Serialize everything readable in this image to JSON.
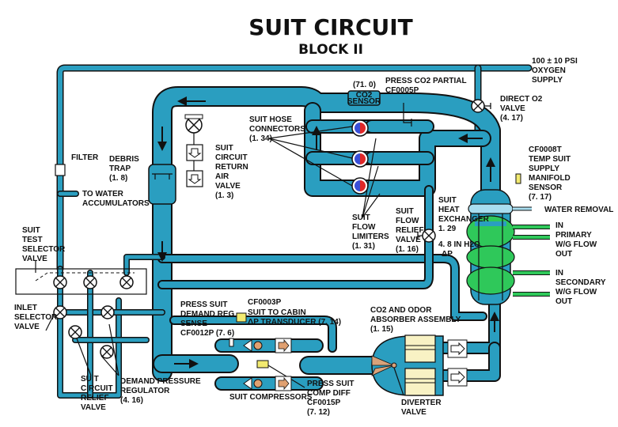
{
  "title": "SUIT CIRCUIT",
  "subtitle": "BLOCK II",
  "colors": {
    "pipe": "#2a9ec0",
    "heat_exchanger": "#2fc85a",
    "water_removal": "#a9def0",
    "absorber": "#f8f2c4",
    "sensor": "#f2ea70",
    "compressor_glyph": "#e0a070",
    "connector_blue": "#3a4fd8",
    "connector_red": "#e02828",
    "outline": "#111111"
  },
  "labels": {
    "oxygen_supply": [
      "100 ± 10 PSI",
      "OXYGEN",
      "SUPPLY"
    ],
    "co2_sensor_value": "(71. 0)",
    "co2_sensor": [
      "CO2",
      "SENSOR"
    ],
    "press_co2": [
      "PRESS CO2 PARTIAL",
      "CF0005P"
    ],
    "direct_o2": [
      "DIRECT O2",
      "VALVE",
      "(4. 17)"
    ],
    "suit_hose_connectors": [
      "SUIT HOSE",
      "CONNECTORS",
      "(1. 34)"
    ],
    "return_air_valve": [
      "SUIT",
      "CIRCUIT",
      "RETURN",
      "AIR",
      "VALVE",
      "(1. 3)"
    ],
    "filter": "FILTER",
    "debris_trap": [
      "DEBRIS",
      "TRAP",
      "(1. 8)"
    ],
    "water_accumulators": [
      "TO WATER",
      "ACCUMULATORS"
    ],
    "temp_sensor": [
      "CF0008T",
      "TEMP SUIT",
      "SUPPLY",
      "MANIFOLD",
      "SENSOR",
      "(7. 17)"
    ],
    "water_removal": "WATER REMOVAL",
    "primary_flow": [
      "IN",
      "PRIMARY",
      "W/G FLOW",
      "OUT"
    ],
    "secondary_flow": [
      "IN",
      "SECONDARY",
      "W/G FLOW",
      "OUT"
    ],
    "suit_flow_limiters": [
      "SUIT",
      "FLOW",
      "LIMITERS",
      "(1. 31)"
    ],
    "suit_flow_relief": [
      "SUIT",
      "FLOW",
      "RELIEF",
      "VALVE",
      "(1. 16)"
    ],
    "heat_exchanger": [
      "SUIT",
      "HEAT",
      "EXCHANGER",
      "1. 29"
    ],
    "delta_p": [
      "4. 8 IN H2O",
      "ΔP"
    ],
    "test_selector": [
      "SUIT",
      "TEST",
      "SELECTOR",
      "VALVE"
    ],
    "inlet_selector": [
      "INLET",
      "SELECTOR",
      "VALVE"
    ],
    "circuit_relief": [
      "SUIT",
      "CIRCUIT",
      "RELIEF",
      "VALVE"
    ],
    "demand_regulator": [
      "DEMAND PRESSURE",
      "REGULATOR",
      "(4. 16)"
    ],
    "demand_reg_sense": [
      "PRESS SUIT",
      "DEMAND REG",
      "SENSE",
      "CF0012P (7. 6)"
    ],
    "transducer": [
      "CF0003P",
      "SUIT TO CABIN",
      "ΔP TRANSDUCER (7. 14)"
    ],
    "compressors": "SUIT COMPRESSORS",
    "comp_diff": [
      "PRESS SUIT",
      "COMP DIFF",
      "CF0015P",
      "(7. 12)"
    ],
    "absorber": [
      "CO2 AND ODOR",
      "ABSORBER ASSEMBLY",
      "(1. 15)"
    ],
    "diverter": [
      "DIVERTER",
      "VALVE"
    ]
  }
}
